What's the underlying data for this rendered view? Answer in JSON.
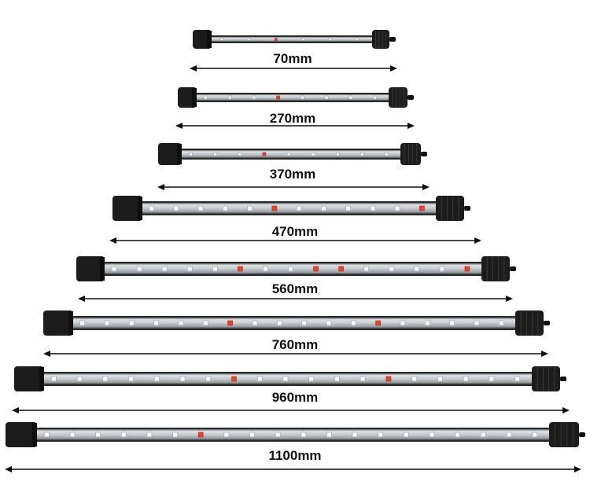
{
  "products": [
    {
      "length_label": "70mm"
    },
    {
      "length_label": "270mm"
    },
    {
      "length_label": "370mm"
    },
    {
      "length_label": "470mm"
    },
    {
      "length_label": "560mm"
    },
    {
      "length_label": "760mm"
    },
    {
      "length_label": "960mm"
    },
    {
      "length_label": "1100mm"
    }
  ],
  "colors": {
    "background": "#ffffff",
    "cap": "#1c1c1c",
    "tube_shell": "#2a2a2a",
    "tube_glass": "#c9ced2",
    "led_white": "#f4f6f7",
    "led_red": "#e8422a",
    "arrow": "#111111"
  }
}
